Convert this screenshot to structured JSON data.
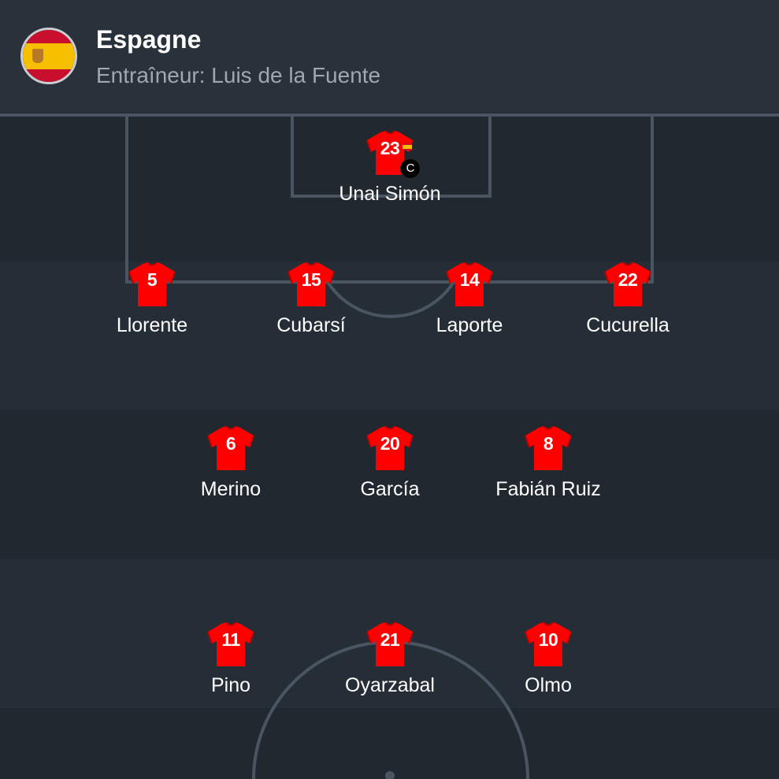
{
  "team": {
    "name": "Espagne",
    "coach": "Entraîneur: Luis de la Fuente",
    "flag_icon": "spain-flag-icon"
  },
  "colors": {
    "background": "#252d37",
    "header": "#29313b",
    "band_dark": "#212830",
    "pitch_lines": "#4a5562",
    "shirt": "#ff0000",
    "text_secondary": "#a1a7b0"
  },
  "formation_lines": [
    [
      "Unai Simón"
    ],
    [
      "Llorente",
      "Cubarsí",
      "Laporte",
      "Cucurella"
    ],
    [
      "Merino",
      "García",
      "Fabián Ruiz"
    ],
    [
      "Pino",
      "Oyarzabal",
      "Olmo"
    ]
  ],
  "players": [
    {
      "number": "23",
      "name": "Unai Simón",
      "captain": true,
      "captain_label": "C"
    },
    {
      "number": "5",
      "name": "Llorente"
    },
    {
      "number": "15",
      "name": "Cubarsí"
    },
    {
      "number": "14",
      "name": "Laporte"
    },
    {
      "number": "22",
      "name": "Cucurella"
    },
    {
      "number": "6",
      "name": "Merino"
    },
    {
      "number": "20",
      "name": "García"
    },
    {
      "number": "8",
      "name": "Fabián Ruiz"
    },
    {
      "number": "11",
      "name": "Pino"
    },
    {
      "number": "21",
      "name": "Oyarzabal"
    },
    {
      "number": "10",
      "name": "Olmo"
    }
  ]
}
